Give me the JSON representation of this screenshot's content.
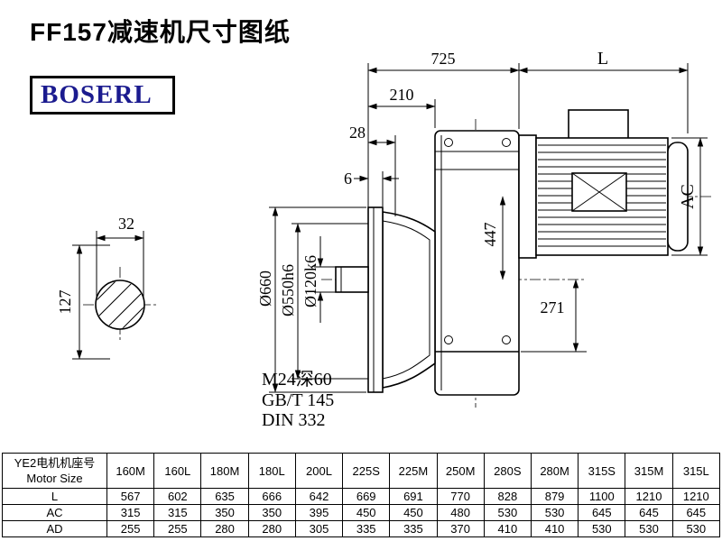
{
  "page": {
    "title": "FF157减速机尺寸图纸",
    "logo": "BOSERL",
    "logo_color": "#1b1b8f",
    "logo_style": "color:#1b1b8f"
  },
  "drawing": {
    "dims": {
      "top_width": "725",
      "motor_length": "L",
      "d210": "210",
      "d28": "28",
      "d6": "6",
      "ac": "AC",
      "d447": "447",
      "d271": "271",
      "flange_od": "Ø660",
      "spigot_dia": "Ø550h6",
      "shaft_dia": "Ø120k6",
      "d32": "32",
      "d127": "127"
    },
    "notes": {
      "thread": "M24深60",
      "gb": "GB/T 145",
      "din": "DIN 332"
    }
  },
  "table": {
    "header_cn": "YE2电机机座号",
    "header_en": "Motor Size",
    "columns": [
      "160M",
      "160L",
      "180M",
      "180L",
      "200L",
      "225S",
      "225M",
      "250M",
      "280S",
      "280M",
      "315S",
      "315M",
      "315L"
    ],
    "rows": [
      {
        "label": "L",
        "values": [
          "567",
          "602",
          "635",
          "666",
          "642",
          "669",
          "691",
          "770",
          "828",
          "879",
          "1100",
          "1210",
          "1210"
        ]
      },
      {
        "label": "AC",
        "values": [
          "315",
          "315",
          "350",
          "350",
          "395",
          "450",
          "450",
          "480",
          "530",
          "530",
          "645",
          "645",
          "645"
        ]
      },
      {
        "label": "AD",
        "values": [
          "255",
          "255",
          "280",
          "280",
          "305",
          "335",
          "335",
          "370",
          "410",
          "410",
          "530",
          "530",
          "530"
        ]
      }
    ]
  }
}
